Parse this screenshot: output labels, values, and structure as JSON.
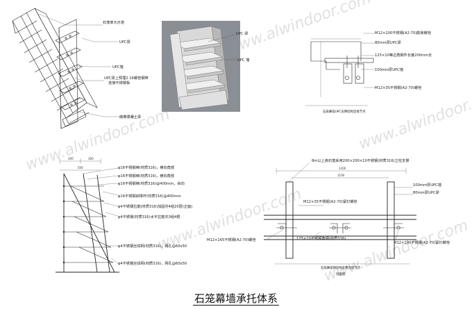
{
  "panel1": {
    "labels": [
      "石笼单元示意",
      "UPC梁",
      "UPC墙",
      "UPC梁上预埋2 16螺栓钢带",
      "连接不锈钢板",
      "底撑混凝土梁"
    ]
  },
  "panel2": {
    "labels": [
      "UPC 梁",
      "UPC 墙"
    ]
  },
  "panel3": {
    "labels": [
      "M12×100不锈钢(A2-70)膨胀螺栓",
      "80mm厚UPC梁",
      "125×10等边角钢件长度200mm长",
      "100mm厚UPC墙",
      "M12×35不锈钢(A2-70)螺栓"
    ],
    "caption": "石笼幕墙UPC支撑结构连接节点"
  },
  "panel4": {
    "labels": [
      "φ16不锈钢棒(材质316)，横向角部",
      "φ16不锈钢棒(材质316)，横向角部",
      "φ16不锈钢棒(材质316)@400mm，纵向",
      "φ16不锈钢斜撑杆(材质316)@400mm",
      "φ4不锈钢拉筋(材质316)加固共4组20层(正面)",
      "φ4不锈钢(材质316)水平拉筋共3组4根",
      "φ4不锈钢丝焊网(材质316)，网孔@60x50",
      "φ4不锈钢丝焊网(材质316)，网孔@60x50"
    ],
    "dims": [
      "200",
      "300",
      "500"
    ]
  },
  "panel5": {
    "labels": [
      "8m以上高石笼采用200×200×10不锈钢(材质316)立柱支撑",
      "100mm厚UPC墙",
      "80mm厚UPC梁",
      "M12×35不锈钢(A2-70)紧钉螺栓",
      "M12×165不锈钢(A2-70)螺栓",
      "125×10不锈钢角钢(材质316)",
      "M12×100不锈钢(A2-70)紧钉螺栓"
    ],
    "caption": "石笼幕墙钢结构支撑连接节点",
    "subcaption": "剖面图",
    "dims": [
      "1200",
      "1100"
    ]
  },
  "watermark": "www.alwindoor.com",
  "caption": "石笼幕墙承托体系"
}
